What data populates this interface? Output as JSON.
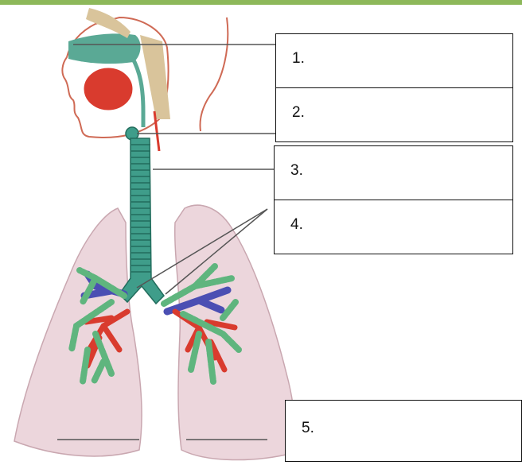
{
  "colors": {
    "top_bar": "#8db85a",
    "lung_fill": "#ecd6dc",
    "lung_outline": "#c9a7b0",
    "trachea": "#3f9d8a",
    "trachea_dark": "#226c5c",
    "nasal_cavity": "#5aa995",
    "bronchi_green": "#5fb57e",
    "vessel_blue": "#4b4fb3",
    "vessel_red": "#d93b2e",
    "skin_line": "#cf6a55",
    "leader_line": "#555555",
    "box_border": "#111111"
  },
  "labels": [
    {
      "number": "1."
    },
    {
      "number": "2."
    },
    {
      "number": "3."
    },
    {
      "number": "4."
    },
    {
      "number": "5."
    }
  ]
}
